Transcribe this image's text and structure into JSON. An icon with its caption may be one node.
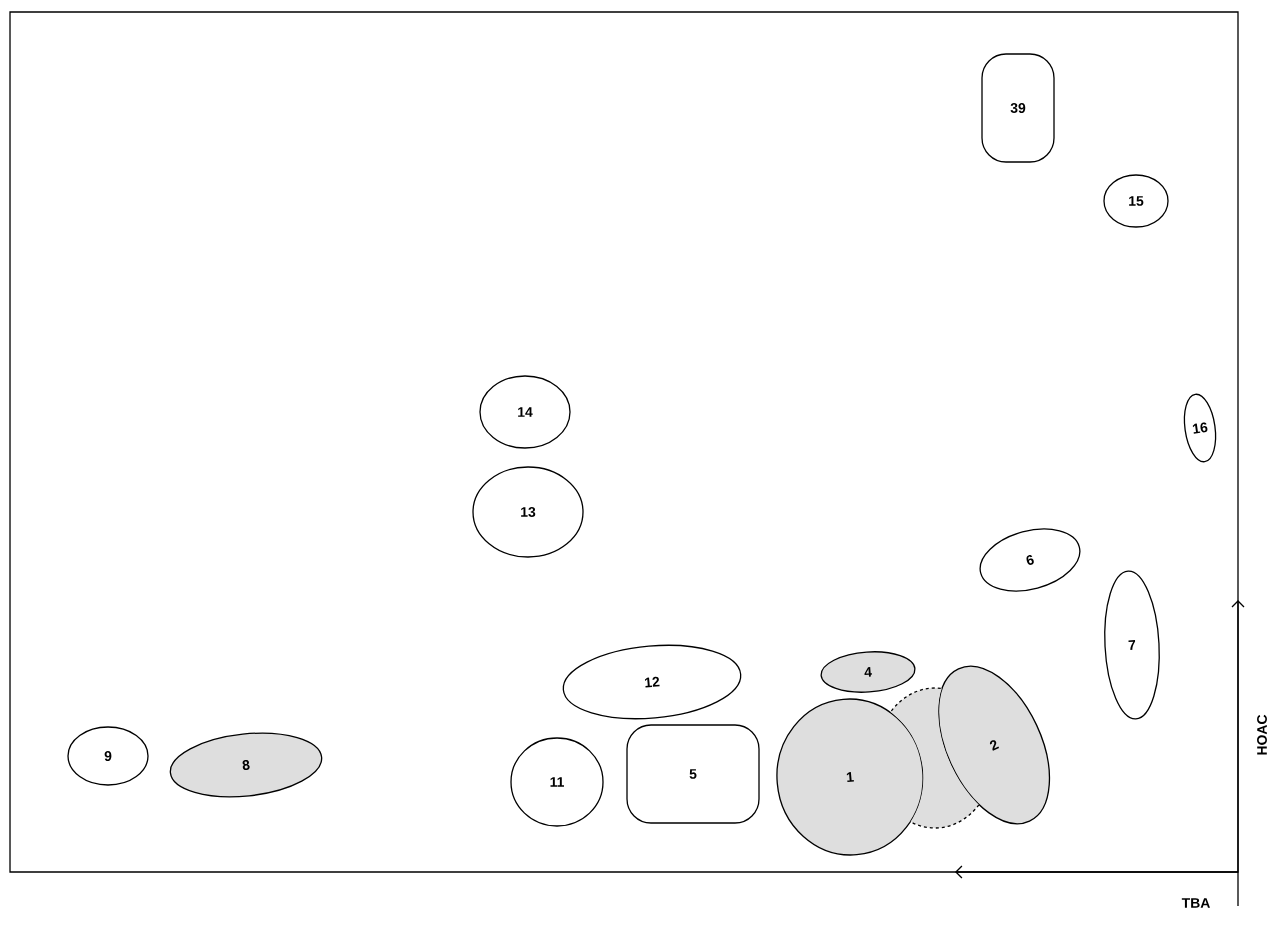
{
  "diagram": {
    "nodes": [
      {
        "text": [
          "39"
        ]
      },
      {
        "text": [
          "15"
        ]
      },
      {
        "text": [
          "16"
        ]
      },
      {
        "text": [
          "14"
        ]
      },
      {
        "text": [
          "13"
        ]
      },
      {
        "text": [
          "6"
        ]
      },
      {
        "text": [
          "7"
        ]
      },
      {
        "text": [
          "4"
        ]
      },
      {
        "text": [
          "12"
        ]
      },
      {
        "text": [
          "2"
        ]
      },
      {
        "text": [
          "9"
        ]
      },
      {
        "text": [
          "8"
        ]
      },
      {
        "text": [
          "11"
        ]
      },
      {
        "text": [
          "5"
        ]
      },
      {
        "text": [
          "1"
        ]
      },
      {
        "text": [],
        "shape": "oval"
      }
    ],
    "labels": [
      "HOAC",
      "TBA"
    ]
  }
}
